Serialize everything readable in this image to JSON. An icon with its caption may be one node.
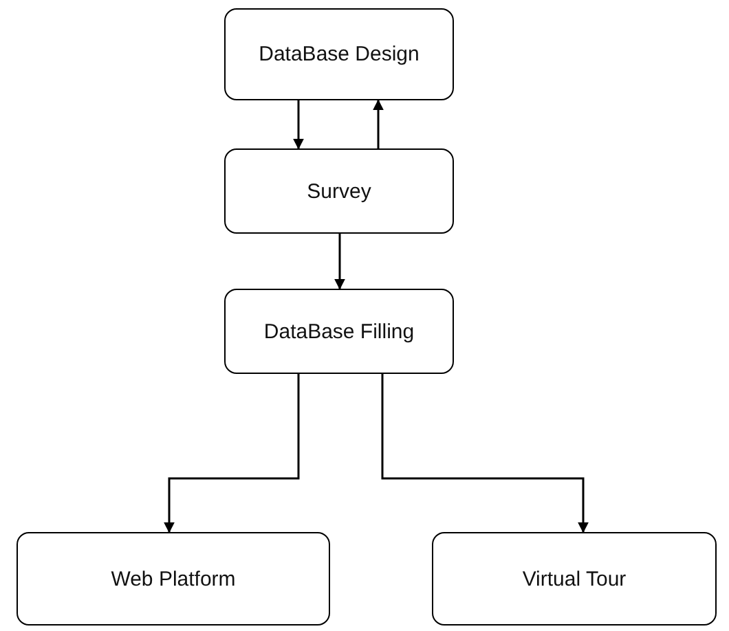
{
  "diagram": {
    "nodes": [
      {
        "text": [
          "DataBase Design"
        ]
      },
      {
        "text": [
          "Survey"
        ]
      },
      {
        "text": [
          "DataBase Filling"
        ]
      },
      {
        "text": [
          "Web Platform"
        ]
      },
      {
        "text": [
          "Virtual Tour"
        ]
      }
    ],
    "edges": [
      {
        "from": 0,
        "to": 1,
        "arrow": "to"
      },
      {
        "from": 1,
        "to": 0,
        "arrow": "to"
      },
      {
        "from": 1,
        "to": 2,
        "arrow": "to"
      },
      {
        "from": 2,
        "to": 3,
        "arrow": "to"
      },
      {
        "from": 2,
        "to": 4,
        "arrow": "to"
      }
    ]
  }
}
